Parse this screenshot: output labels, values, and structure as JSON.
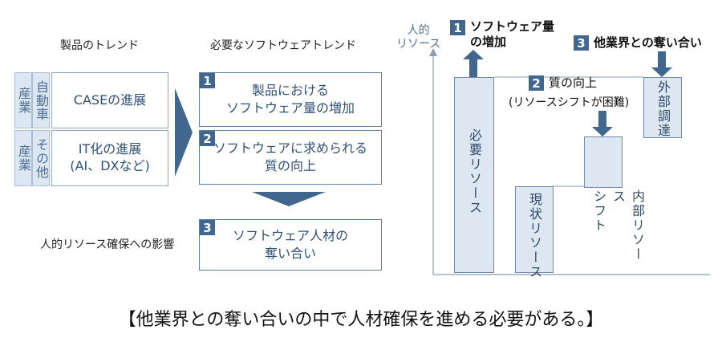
{
  "left": {
    "product_header": "製品のトレンド",
    "software_header": "必要なソフトウェアトレンド",
    "industries": [
      {
        "industry_label": "産業",
        "sub_label": "自動車",
        "trend": "CASEの進展"
      },
      {
        "industry_label": "産業",
        "sub_label": "その他",
        "trend": "IT化の進展\n(AI、DXなど)"
      }
    ],
    "software_trends": [
      {
        "num": "1",
        "text": "製品における\nソフトウェア量の増加"
      },
      {
        "num": "2",
        "text": "ソフトウェアに求められる\n質の向上"
      }
    ],
    "talent": {
      "num": "3",
      "text": "ソフトウェア人材の\n奪い合い"
    },
    "impact_label": "人的リソース確保への影響"
  },
  "right": {
    "y_axis_label": "人的\nリソース",
    "label1": {
      "num": "1",
      "text": "ソフトウェア量\nの増加"
    },
    "label2": {
      "num": "2",
      "text": "質の向上",
      "sub": "(リソースシフトが困難)"
    },
    "label3": {
      "num": "3",
      "text": "他業界との奪い合い"
    },
    "bars": {
      "required": "必要リソース",
      "current": "現状リソース",
      "internal": "内部リソース\nシフト",
      "external": "外部調達"
    }
  },
  "conclusion": "【他業界との奪い合いの中で人材確保を進める必要がある。】",
  "colors": {
    "accent": "#41678e",
    "fill": "#dde7f1",
    "text_blue": "#2f5178"
  }
}
